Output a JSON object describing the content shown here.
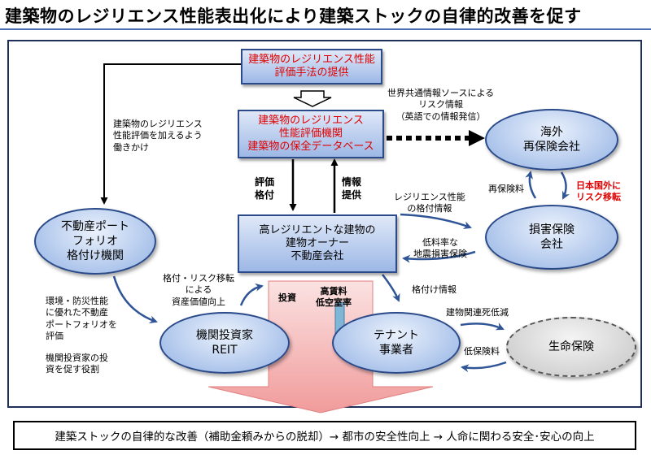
{
  "title": "建築物のレジリエンス性能表出化により建築ストックの自律的改善を促す",
  "boxes": {
    "method": [
      "建築物のレジリエンス性能",
      "評価手法の提供"
    ],
    "agency": [
      "建築物のレジリエンス",
      "性能評価機関",
      "建築物の保全データベース"
    ],
    "owner": [
      "高レジリエントな建物の",
      "建物オーナー",
      "不動産会社"
    ]
  },
  "ellipses": {
    "rating": [
      "不動産ポート",
      "フォリオ",
      "格付け機関"
    ],
    "investor": [
      "機関投資家",
      "REIT"
    ],
    "tenant": [
      "テナント",
      "事業者"
    ],
    "reinsurance": [
      "海外",
      "再保険会社"
    ],
    "insurer": [
      "損害保険",
      "会社"
    ],
    "life": [
      "生命保険"
    ]
  },
  "labels": {
    "work_on": [
      "建築物のレジリエンス",
      "性能評価を加えるよう",
      "働きかけ"
    ],
    "worldwide": [
      "世界共通情報ソースによる",
      "リスク情報",
      "（英語での情報発信）"
    ],
    "evaluation": [
      "評価",
      "格付"
    ],
    "info": [
      "情報",
      "提供"
    ],
    "rating_info": [
      "レジリエンス性能",
      "の格付情報"
    ],
    "reins_fee": "再保険料",
    "risk_transfer": [
      "日本国外に",
      "リスク移転"
    ],
    "low_premium": [
      "低料率な",
      "地震損害保険"
    ],
    "asset_value": [
      "格付・リスク移転",
      "による",
      "資産価値向上"
    ],
    "invest": "投資",
    "high_rent": [
      "高賃料",
      "低空室率"
    ],
    "rating_info2": "格付け情報",
    "env_disaster": [
      "環境・防災性能",
      "に優れた不動産",
      "ポートフォリオを",
      "評価"
    ],
    "investor_role": [
      "機関投資家の投",
      "資を促す役割"
    ],
    "death_reduction": "建物関連死低減",
    "low_ins_fee": "低保険料"
  },
  "bottom": "建築ストックの自律的な改善（補助金頼みからの脱却）→ 都市の安全性向上 → 人命に関わる安全･安心の向上",
  "colors": {
    "box_border": "#2a4a8a",
    "accent_red": "#e00000",
    "arrow_blue": "#2f5597",
    "big_arrow": "#f4a6a6"
  }
}
